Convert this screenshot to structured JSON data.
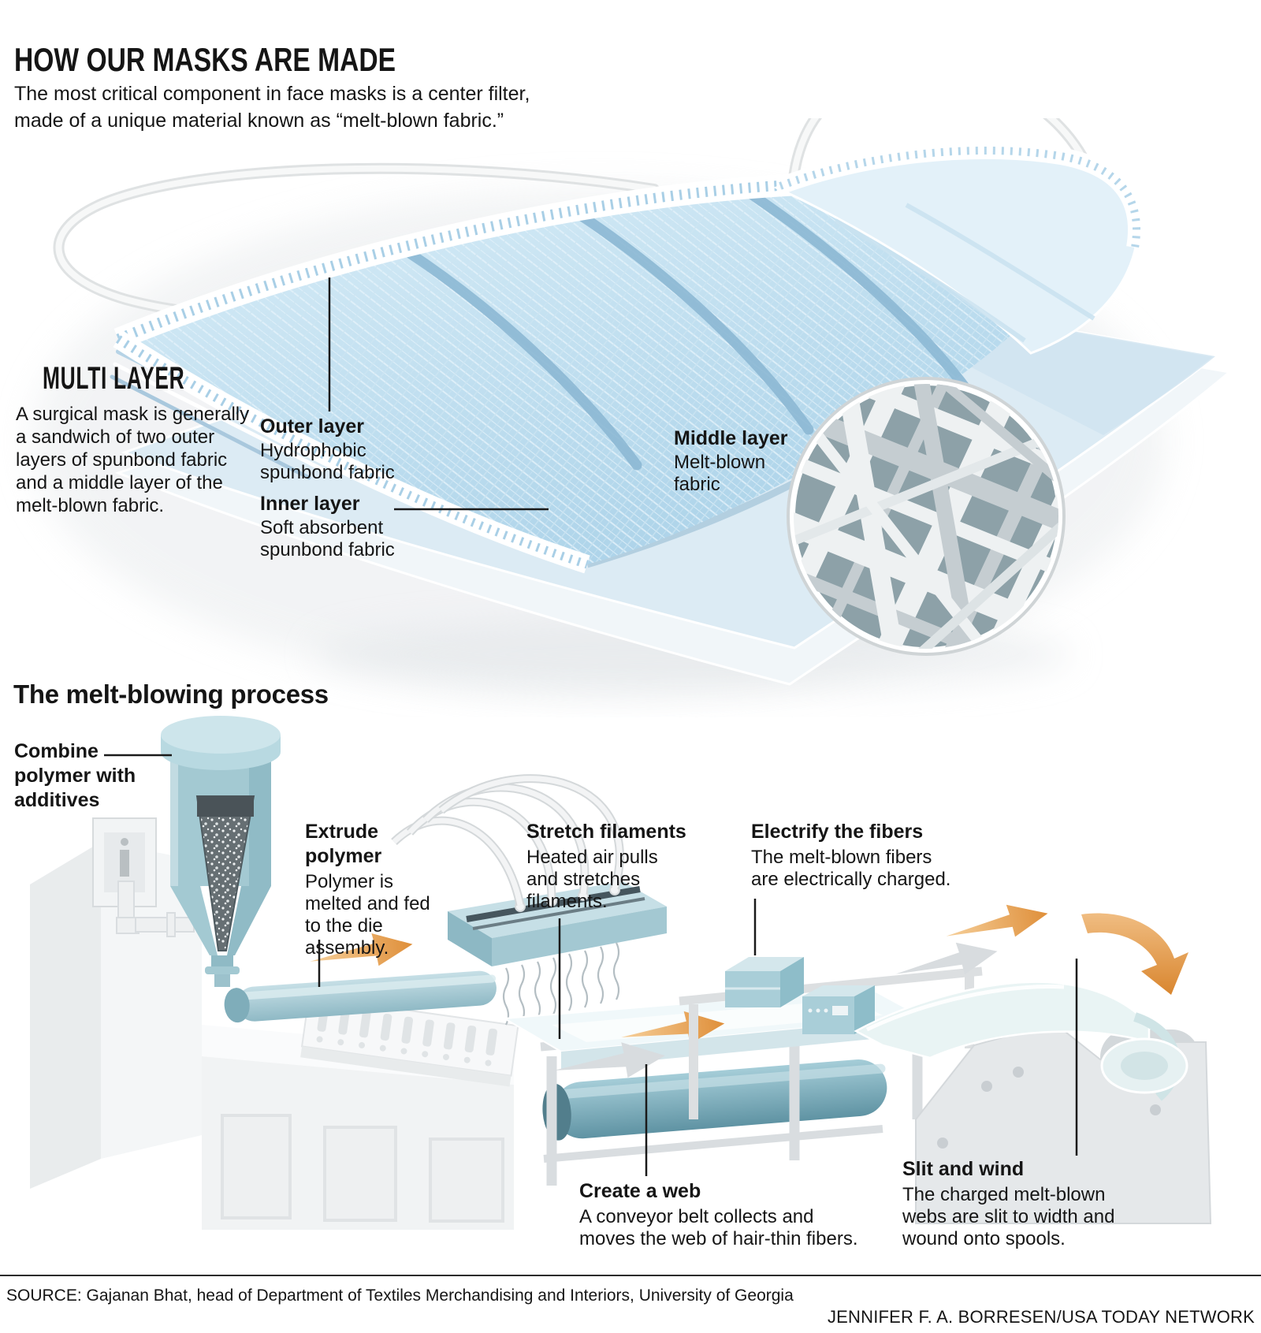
{
  "header": {
    "title": "HOW OUR MASKS ARE MADE",
    "subtitle_lines": [
      "The most critical component in face masks is a center filter,",
      "made of a unique material known as “melt-blown fabric.”"
    ]
  },
  "multi_layer": {
    "heading": "MULTI LAYER",
    "body": "A surgical mask is generally a sandwich of two outer layers of spunbond fabric and a middle layer of the melt-blown fabric.",
    "outer": {
      "title": "Outer layer",
      "desc": "Hydrophobic spunbond fabric"
    },
    "inner": {
      "title": "Inner layer",
      "desc": "Soft absorbent spunbond fabric"
    },
    "middle": {
      "title": "Middle layer",
      "desc": "Melt-blown fabric"
    }
  },
  "process": {
    "heading": "The melt-blowing process",
    "steps": [
      {
        "id": "combine",
        "title": "Combine polymer with additives",
        "desc": ""
      },
      {
        "id": "extrude",
        "title": "Extrude polymer",
        "desc": "Polymer is melted and fed to the die assembly."
      },
      {
        "id": "stretch",
        "title": "Stretch filaments",
        "desc": "Heated air pulls and stretches filaments."
      },
      {
        "id": "electrify",
        "title": "Electrify the fibers",
        "desc": "The melt-blown fibers are electrically charged."
      },
      {
        "id": "web",
        "title": "Create a web",
        "desc": "A conveyor belt collects and moves the web of hair-thin fibers."
      },
      {
        "id": "slit",
        "title": "Slit and wind",
        "desc": "The charged melt-blown webs are slit to width and wound onto spools."
      }
    ]
  },
  "footer": {
    "source": "SOURCE: Gajanan Bhat, head of Department of Textiles Merchandising and Interiors, University of Georgia",
    "credit": "JENNIFER F. A. BORRESEN/USA TODAY NETWORK"
  },
  "colors": {
    "mask_blue": "#bcdcee",
    "mask_blue_deep": "#8ab6d4",
    "sheet_light": "#eef4f8",
    "machine_teal": "#a3c9d2",
    "machine_gray": "#eceff0",
    "arrow_orange": "#df8f3a",
    "fiber_inset_slate": "#8da1a8",
    "text": "#151515"
  }
}
